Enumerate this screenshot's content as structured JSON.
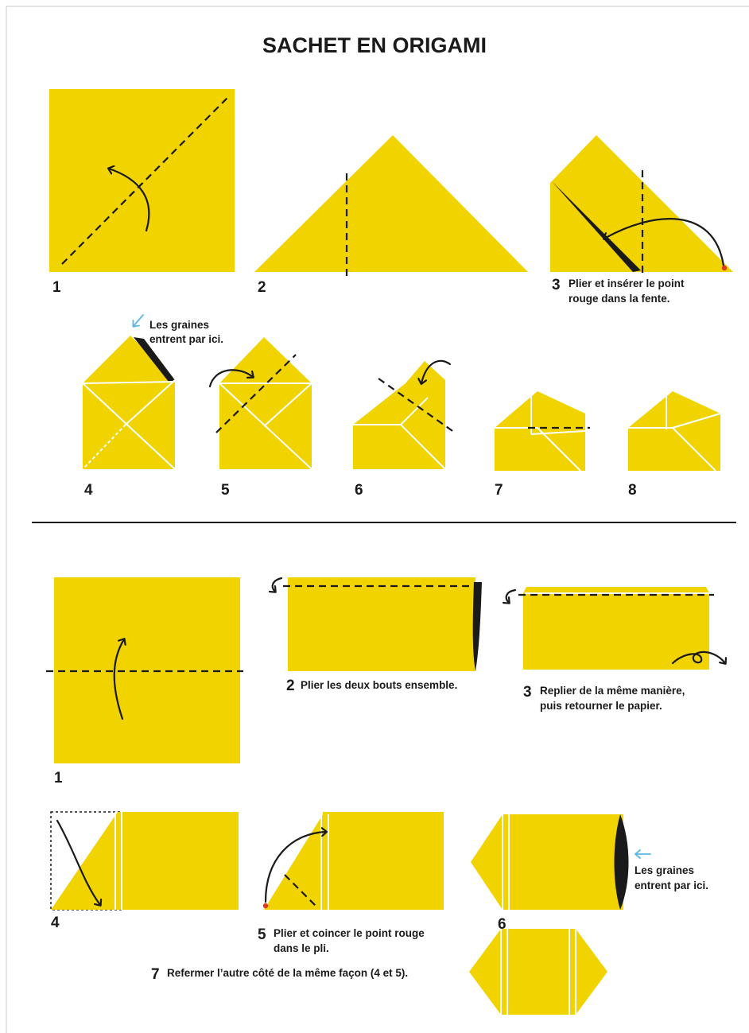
{
  "title": "SACHET EN ORIGAMI",
  "colors": {
    "paper": "#f1d300",
    "ink": "#1a1a1a",
    "red_dot": "#e03a1e",
    "blue_arrow": "#5bb8e6",
    "crease": "#ffffff"
  },
  "method_a": {
    "steps": [
      {
        "number": "1",
        "text": ""
      },
      {
        "number": "2",
        "text": ""
      },
      {
        "number": "3",
        "text_lines": [
          "Plier et insérer le point",
          "rouge dans la fente."
        ]
      },
      {
        "number": "4",
        "text": ""
      },
      {
        "number": "5",
        "text": ""
      },
      {
        "number": "6",
        "text": ""
      },
      {
        "number": "7",
        "text": ""
      },
      {
        "number": "8",
        "text": ""
      }
    ],
    "seeds_note": [
      "Les graines",
      "entrent par ici."
    ]
  },
  "method_b": {
    "steps": [
      {
        "number": "1",
        "text": ""
      },
      {
        "number": "2",
        "text_lines": [
          "Plier les deux bouts ensemble."
        ]
      },
      {
        "number": "3",
        "text_lines": [
          "Replier de la même manière,",
          "puis retourner le papier."
        ]
      },
      {
        "number": "4",
        "text": ""
      },
      {
        "number": "5",
        "text_lines": [
          "Plier et coincer le point rouge",
          "dans le pli."
        ]
      },
      {
        "number": "6",
        "text": ""
      },
      {
        "number": "7",
        "text_lines": [
          "Refermer l’autre côté de la même façon (4 et 5)."
        ]
      }
    ],
    "seeds_note": [
      "Les graines",
      "entrent par ici."
    ]
  }
}
